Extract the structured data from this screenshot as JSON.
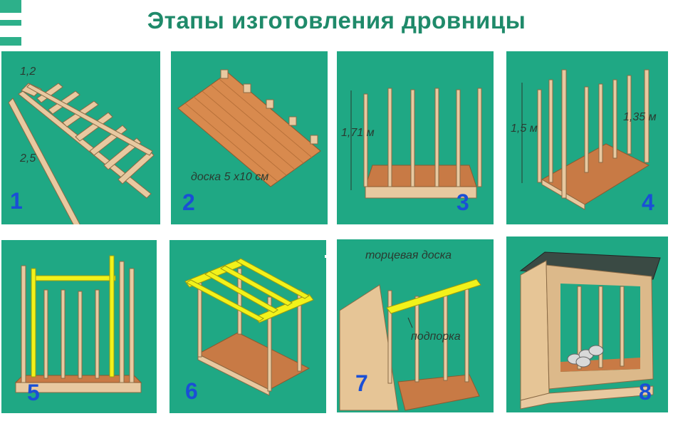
{
  "title": "Этапы изготовления дровницы",
  "panels": [
    {
      "number": "1",
      "labels": [
        "1,2",
        "2,5"
      ]
    },
    {
      "number": "2",
      "labels": [
        "доска 5 х10 см"
      ]
    },
    {
      "number": "3",
      "labels": [
        "1,71 м"
      ]
    },
    {
      "number": "4",
      "labels": [
        "1,5 м",
        "1,35 м"
      ]
    },
    {
      "number": "5",
      "labels": []
    },
    {
      "number": "6",
      "labels": []
    },
    {
      "number": "7",
      "labels": [
        "торцевая доска",
        "подпорка"
      ]
    },
    {
      "number": "8",
      "labels": []
    }
  ],
  "colors": {
    "panel_bg": "#1fa884",
    "wood": "#e8c9a0",
    "floor": "#c87a45",
    "highlight": "#f2f21a",
    "number": "#1a4fd6",
    "title": "#1f8a6a"
  }
}
